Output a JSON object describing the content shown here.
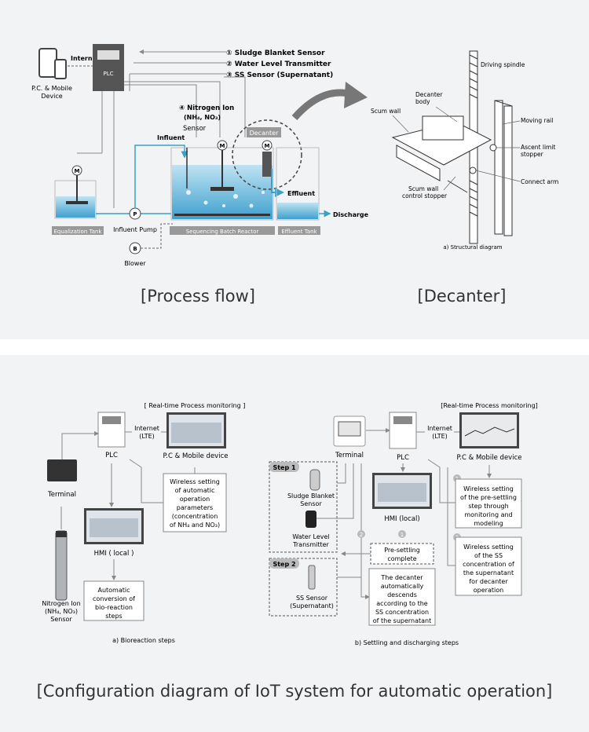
{
  "process": {
    "internet": "Internet",
    "pc_mobile": [
      "P.C. & Mobile",
      "Device"
    ],
    "plc": "PLC",
    "sensors": [
      "① Sludge Blanket Sensor",
      "② Water Level Transmitter",
      "③ SS Sensor (Supernatant)"
    ],
    "nitrogen": [
      "④ Nitrogen Ion",
      "(NH₄, NO₃)",
      "Sensor"
    ],
    "influent": "Influent",
    "decanter": "Decanter",
    "effluent": "Effluent",
    "discharge": "Discharge",
    "equalization_tank": "Equalization Tank",
    "sbr": "Sequencing  Batch Reactor",
    "effluent_tank": "Effluent Tank",
    "influent_pump": "Influent Pump",
    "blower": "Blower",
    "motor": "M",
    "pump": "P",
    "blower_letter": "B",
    "caption": "[Process flow]"
  },
  "decanter_detail": {
    "driving_spindle": "Driving spindle",
    "decanter_body": [
      "Decanter",
      "body"
    ],
    "scum_wall": "Scum wall",
    "moving_rail": "Moving rail",
    "ascent_limit": [
      "Ascent limit",
      "stopper"
    ],
    "connect_arm": "Connect arm",
    "scum_wall_stopper": [
      "Scum wall",
      "control stopper"
    ],
    "sub_caption": "a) Structural diagram",
    "caption": "[Decanter]"
  },
  "config_a": {
    "realtime": "[ Real-time Process monitoring ]",
    "internet": [
      "Internet",
      "(LTE)"
    ],
    "plc": "PLC",
    "pc": "P.C & Mobile device",
    "terminal": "Terminal",
    "wireless": [
      "Wireless setting",
      "of automatic",
      "operation",
      "parameters",
      "(concentration",
      "of NH₄ and NO₃)"
    ],
    "hmi": "HMI ( local )",
    "nitrogen": [
      "Nitrogen Ion",
      "(NH₄, NO₃)",
      "Sensor"
    ],
    "auto_conv": [
      "Automatic",
      "conversion of",
      "bio-reaction",
      "steps"
    ],
    "sub_caption": "a)  Bioreaction steps"
  },
  "config_b": {
    "realtime": "[Real-time Process monitoring]",
    "internet": [
      "Internet",
      "(LTE)"
    ],
    "plc": "PLC",
    "pc": "P.C & Mobile device",
    "terminal": "Terminal",
    "step1": "Step 1",
    "step2": "Step 2",
    "sludge": [
      "Sludge Blanket",
      "Sensor"
    ],
    "water": [
      "Water Level",
      "Transmitter"
    ],
    "ss": [
      "SS Sensor",
      "(Supernatant)"
    ],
    "hmi": "HMI (local)",
    "presettling": [
      "Pre-settling",
      "complete"
    ],
    "decanter_desc": [
      "The decanter",
      "automatically",
      "descends",
      "according to the",
      "SS concentration",
      "of the supernatant"
    ],
    "w1": [
      "Wireless setting",
      "of the pre-settling",
      "step through",
      "monitoring and",
      "modeling"
    ],
    "w2": [
      "Wireless setting",
      "of the SS",
      "concentration of",
      "the supernatant",
      "for decanter",
      "operation"
    ],
    "n1": "1",
    "n2": "2",
    "sub_caption": "b) Settling and discharging steps"
  },
  "main_caption": "[Configuration diagram of IoT system for automatic operation]"
}
